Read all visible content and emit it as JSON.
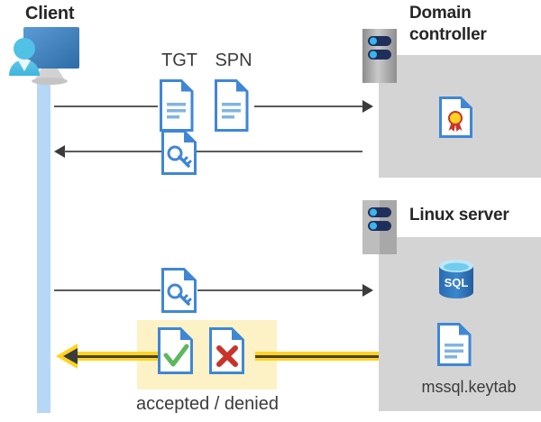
{
  "diagram": {
    "title": "Kerberos authentication flow between client, domain controller and Linux server",
    "colors": {
      "panel_gray": "#d4d4d4",
      "lifeline_blue": "#b6d7f5",
      "doc_blue": "#3f87d6",
      "highlight_yellow": "#fdf2c6",
      "arrow_yellow": "#ffd320",
      "arrow_gray": "#3b3b3b",
      "accept_green": "#5cb85c",
      "deny_red": "#c9342a",
      "sql_blue": "#2f6fb5",
      "cert_gold": "#ffd320",
      "cert_red": "#c9342a"
    }
  },
  "client": {
    "title": "Client",
    "icon": "user-computer-icon"
  },
  "domain_controller": {
    "title_line1": "Domain",
    "title_line2": "controller",
    "server_icon": "server-rack-icon",
    "content_icon": "certificate-document-icon"
  },
  "linux_server": {
    "title": "Linux server",
    "server_icon": "server-rack-icon",
    "database_icon": "sql-database-icon",
    "database_label": "SQL",
    "keytab_icon": "document-lines-icon",
    "keytab_label": "mssql.keytab"
  },
  "messages": [
    {
      "id": "request",
      "direction": "right",
      "labels": [
        "TGT",
        "SPN"
      ],
      "icons": [
        "document-lines-icon",
        "document-lines-icon"
      ]
    },
    {
      "id": "ticket-response",
      "direction": "left",
      "labels": [],
      "icons": [
        "document-key-icon"
      ]
    },
    {
      "id": "service-ticket",
      "direction": "right",
      "labels": [],
      "icons": [
        "document-key-icon"
      ]
    },
    {
      "id": "result",
      "direction": "left",
      "labels": [],
      "icons": [
        "document-check-icon",
        "document-cross-icon"
      ],
      "caption": "accepted / denied",
      "highlighted": true
    }
  ]
}
